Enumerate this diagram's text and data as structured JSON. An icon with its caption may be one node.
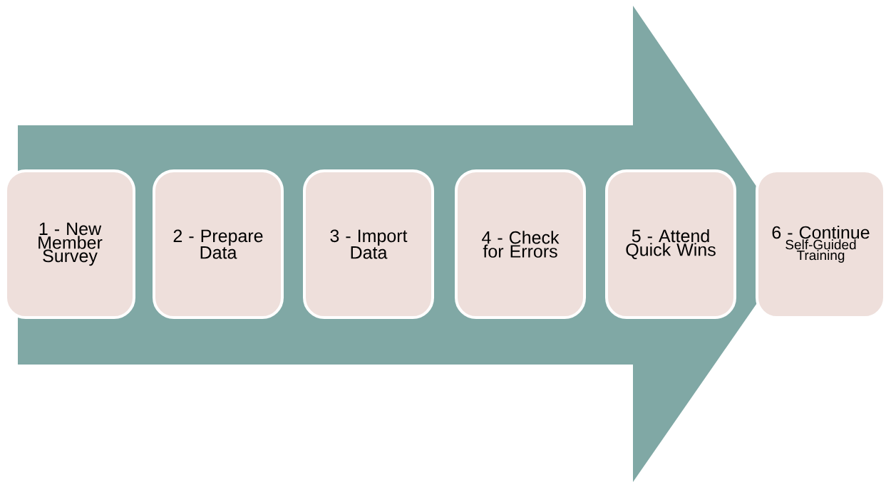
{
  "diagram": {
    "nodes": [
      {
        "text": [
          "1 - New Member Survey"
        ]
      },
      {
        "text": [
          "2 - Prepare Data"
        ]
      },
      {
        "text": [
          "3 - Import Data"
        ]
      },
      {
        "text": [
          "4 - Check for Errors"
        ]
      },
      {
        "text": [
          "5 - Attend Quick Wins"
        ]
      },
      {
        "text": [
          "6 - Continue",
          "Self-Guided Training"
        ]
      }
    ],
    "edges": [
      {
        "from": 0,
        "to": 5,
        "arrow": "to"
      }
    ]
  }
}
